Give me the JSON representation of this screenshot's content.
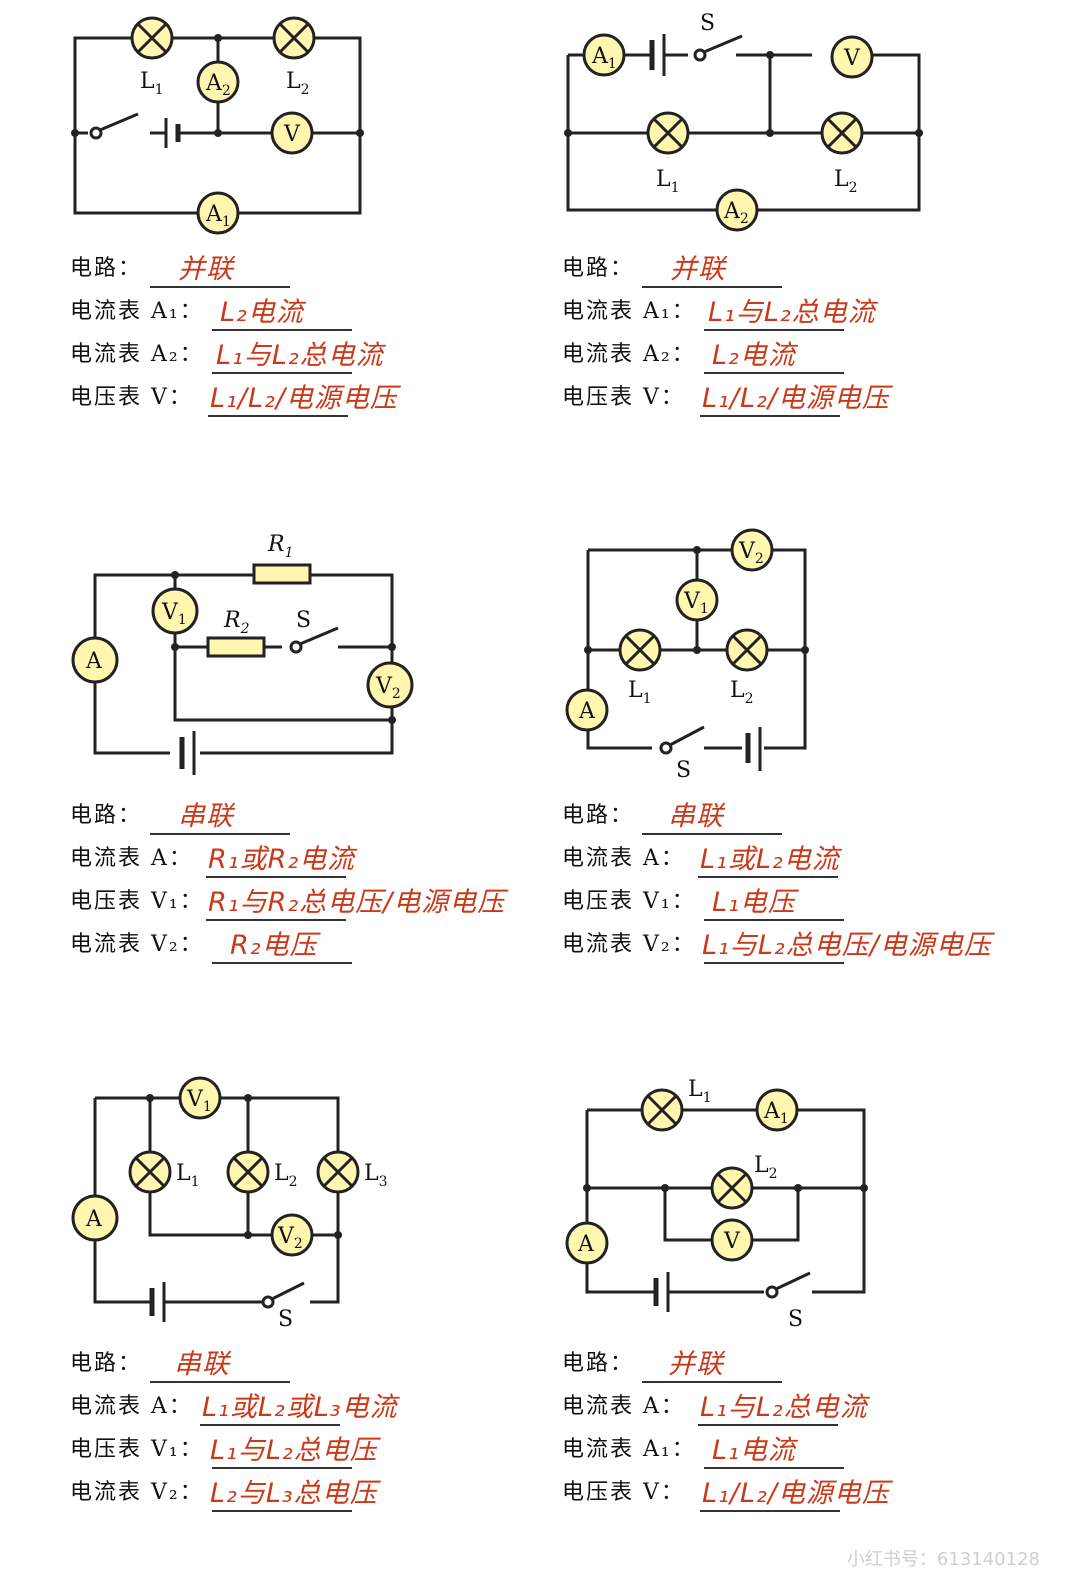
{
  "panels": [
    {
      "id": "p1",
      "symbols": {
        "L1": "L",
        "L1sub": "1",
        "L2": "L",
        "L2sub": "2",
        "A1": "A",
        "A1sub": "1",
        "A2": "A",
        "A2sub": "2",
        "V": "V"
      },
      "rows": [
        {
          "key": "电路：",
          "answer": "并联"
        },
        {
          "key": "电流表 A₁：",
          "answer": "L₂电流"
        },
        {
          "key": "电流表 A₂：",
          "answer": "L₁与L₂总电流"
        },
        {
          "key": "电压表 V：",
          "answer": "L₁/L₂/电源电压"
        }
      ]
    },
    {
      "id": "p2",
      "symbols": {
        "S": "S",
        "A1": "A",
        "A1sub": "1",
        "V": "V",
        "L1": "L",
        "L1sub": "1",
        "L2": "L",
        "L2sub": "2",
        "A2": "A",
        "A2sub": "2"
      },
      "rows": [
        {
          "key": "电路：",
          "answer": "并联"
        },
        {
          "key": "电流表 A₁：",
          "answer": "L₁与L₂总电流"
        },
        {
          "key": "电流表 A₂：",
          "answer": "L₂电流"
        },
        {
          "key": "电压表 V：",
          "answer": "L₁/L₂/电源电压"
        }
      ]
    },
    {
      "id": "p3",
      "symbols": {
        "R1": "R",
        "R1sub": "1",
        "R2": "R",
        "R2sub": "2",
        "S": "S",
        "A": "A",
        "V1": "V",
        "V1sub": "1",
        "V2": "V",
        "V2sub": "2"
      },
      "rows": [
        {
          "key": "电路：",
          "answer": "串联"
        },
        {
          "key": "电流表 A：",
          "answer": "R₁或R₂电流"
        },
        {
          "key": "电压表 V₁：",
          "answer": "R₁与R₂总电压/电源电压"
        },
        {
          "key": "电流表 V₂：",
          "answer": "R₂电压"
        }
      ]
    },
    {
      "id": "p4",
      "symbols": {
        "V2": "V",
        "V2sub": "2",
        "V1": "V",
        "V1sub": "1",
        "L1": "L",
        "L1sub": "1",
        "L2": "L",
        "L2sub": "2",
        "A": "A",
        "S": "S"
      },
      "rows": [
        {
          "key": "电路：",
          "answer": "串联"
        },
        {
          "key": "电流表 A：",
          "answer": "L₁或L₂电流"
        },
        {
          "key": "电压表 V₁：",
          "answer": "L₁电压"
        },
        {
          "key": "电流表 V₂：",
          "answer": "L₁与L₂总电压/电源电压"
        }
      ]
    },
    {
      "id": "p5",
      "symbols": {
        "V1": "V",
        "V1sub": "1",
        "L1": "L",
        "L1sub": "1",
        "L2": "L",
        "L2sub": "2",
        "L3": "L",
        "L3sub": "3",
        "V2": "V",
        "V2sub": "2",
        "A": "A",
        "S": "S"
      },
      "rows": [
        {
          "key": "电路：",
          "answer": "串联"
        },
        {
          "key": "电流表 A：",
          "answer": "L₁或L₂或L₃电流"
        },
        {
          "key": "电压表 V₁：",
          "answer": "L₁与L₂总电压"
        },
        {
          "key": "电流表 V₂：",
          "answer": "L₂与L₃总电压"
        }
      ]
    },
    {
      "id": "p6",
      "symbols": {
        "L1": "L",
        "L1sub": "1",
        "A1": "A",
        "A1sub": "1",
        "L2": "L",
        "L2sub": "2",
        "A": "A",
        "V": "V",
        "S": "S"
      },
      "rows": [
        {
          "key": "电路：",
          "answer": "并联"
        },
        {
          "key": "电流表 A：",
          "answer": "L₁与L₂总电流"
        },
        {
          "key": "电流表 A₁：",
          "answer": "L₁电流"
        },
        {
          "key": "电压表 V：",
          "answer": "L₁/L₂/电源电压"
        }
      ]
    }
  ],
  "watermark": "小红书号：613140128"
}
